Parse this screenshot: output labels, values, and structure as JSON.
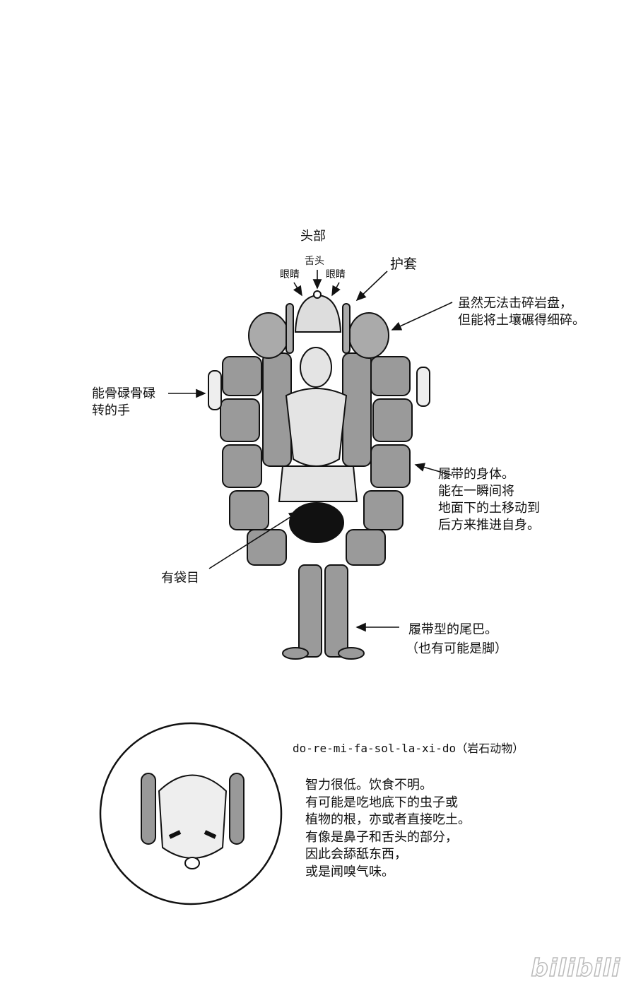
{
  "diagram": {
    "head_label": "头部",
    "tongue_label": "舌头",
    "eye_left_label": "眼睛",
    "eye_right_label": "眼睛",
    "guard_label": "护套",
    "ear_note": [
      "虽然无法击碎岩盘，",
      "但能将土壤碾得细碎。"
    ],
    "hand_note": [
      "能骨碌骨碌",
      "转的手"
    ],
    "body_note": [
      "履带的身体。",
      "能在一瞬间将",
      "地面下的土移动到",
      "后方来推进自身。"
    ],
    "marsupial_label": "有袋目",
    "tail_note": [
      "履带型的尾巴。",
      "（也有可能是脚）"
    ]
  },
  "profile": {
    "title": "do-re-mi-fa-sol-la-xi-do（岩石动物）",
    "lines": [
      "智力很低。饮食不明。",
      "有可能是吃地底下的虫子或",
      "植物的根，亦或者直接吃土。",
      "有像是鼻子和舌头的部分，",
      "因此会舔舐东西，",
      "或是闻嗅气味。"
    ]
  },
  "watermark": "bilibili"
}
